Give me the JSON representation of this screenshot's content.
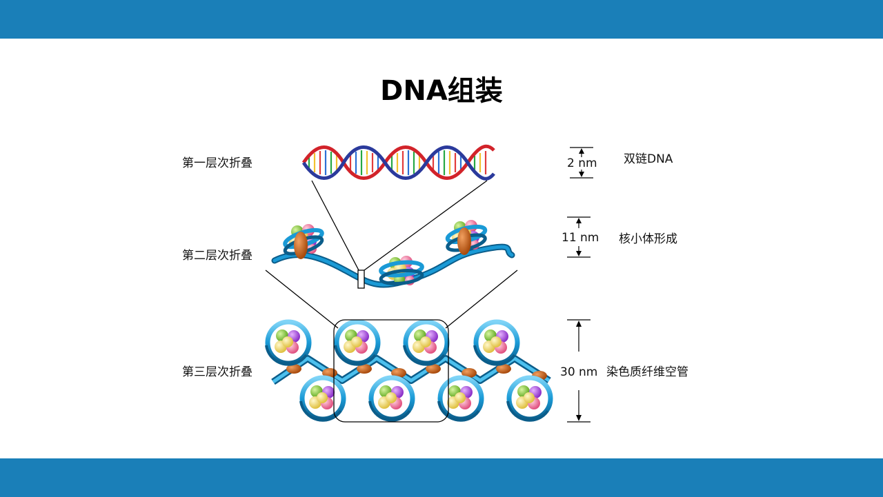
{
  "slide": {
    "title": "DNA组装"
  },
  "levels": [
    {
      "left_label": "第一层次折叠",
      "size_label": "2 nm",
      "right_label": "双链DNA"
    },
    {
      "left_label": "第二层次折叠",
      "size_label": "11 nm",
      "right_label": "核小体形成"
    },
    {
      "left_label": "第三层次折叠",
      "size_label": "30 nm",
      "right_label": "染色质纤维空管"
    }
  ],
  "colors": {
    "header_bar": "#1a7fb8",
    "dna_strand_red": "#d2232a",
    "dna_strand_blue": "#2b3a9c",
    "fiber": "#1a9ad6",
    "linker_histone": "#c25a12"
  }
}
